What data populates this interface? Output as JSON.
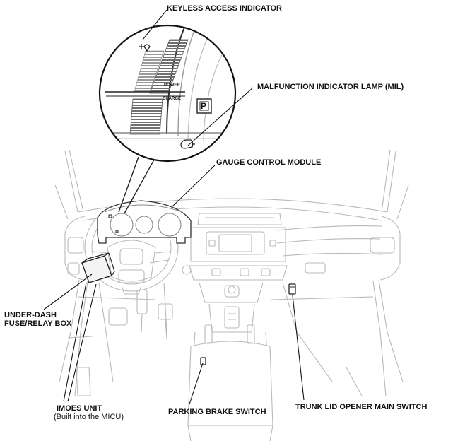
{
  "labels": {
    "keyless_access_indicator": "KEYLESS ACCESS INDICATOR",
    "mil": "MALFUNCTION INDICATOR LAMP (MIL)",
    "gauge_control_module": "GAUGE CONTROL MODULE",
    "under_dash_fuse_line1": "UNDER-DASH",
    "under_dash_fuse_line2": "FUSE/RELAY BOX",
    "imoes_unit_line1": "IMOES UNIT",
    "imoes_unit_line2": "(Built into the MICU)",
    "parking_brake_switch": "PARKING BRAKE SWITCH",
    "trunk_lid_opener_main_switch": "TRUNK LID OPENER MAIN SWITCH"
  },
  "gauge_text": {
    "power": "POWER",
    "charge": "CHARGE",
    "parking_symbol": "P"
  }
}
